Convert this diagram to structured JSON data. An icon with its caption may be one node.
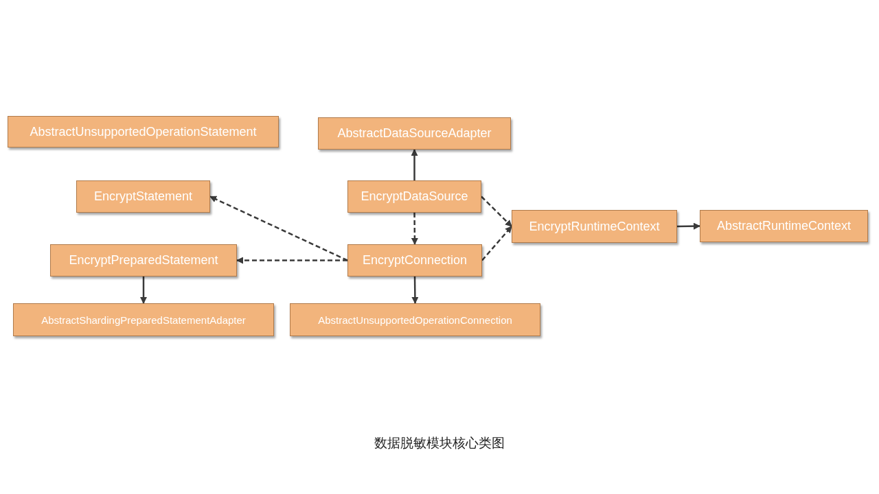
{
  "diagram": {
    "caption": "数据脱敏模块核心类图",
    "nodes": [
      {
        "text": [
          "AbstractUnsupportedOperationStatement"
        ]
      },
      {
        "text": [
          "AbstractDataSourceAdapter"
        ]
      },
      {
        "text": [
          "EncryptStatement"
        ]
      },
      {
        "text": [
          "EncryptDataSource"
        ]
      },
      {
        "text": [
          "EncryptRuntimeContext"
        ]
      },
      {
        "text": [
          "AbstractRuntimeContext"
        ]
      },
      {
        "text": [
          "EncryptPreparedStatement"
        ]
      },
      {
        "text": [
          "EncryptConnection"
        ]
      },
      {
        "text": [
          "AbstractShardingPreparedStatementAdapter"
        ]
      },
      {
        "text": [
          "AbstractUnsupportedOperationConnection"
        ]
      }
    ],
    "edges": [
      {
        "from": 3,
        "to": 1,
        "arrow": "to"
      },
      {
        "from": 3,
        "to": 7,
        "arrow": "to",
        "style": "dashed"
      },
      {
        "from": 3,
        "to": 4,
        "arrow": "to",
        "style": "dashed"
      },
      {
        "from": 7,
        "to": 4,
        "arrow": "to",
        "style": "dashed"
      },
      {
        "from": 7,
        "to": 2,
        "arrow": "to",
        "style": "dashed"
      },
      {
        "from": 7,
        "to": 6,
        "arrow": "to",
        "style": "dashed"
      },
      {
        "from": 7,
        "to": 9,
        "arrow": "to"
      },
      {
        "from": 6,
        "to": 8,
        "arrow": "to"
      },
      {
        "from": 4,
        "to": 5,
        "arrow": "to"
      }
    ]
  }
}
